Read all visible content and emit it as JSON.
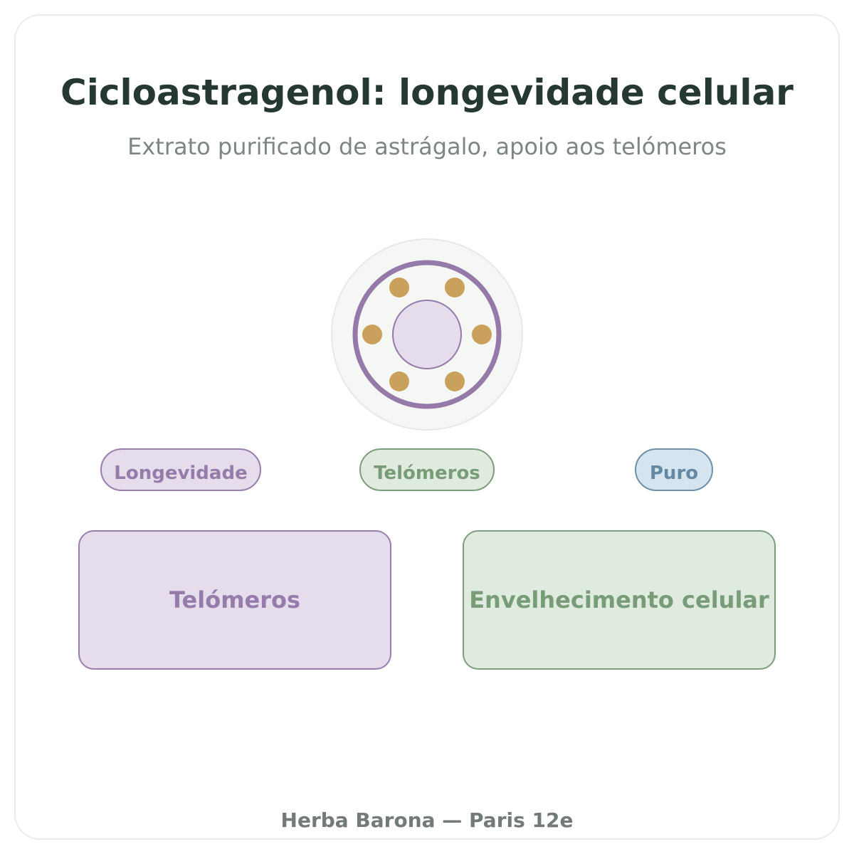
{
  "header": {
    "title": "Cicloastragenol: longevidade celular",
    "subtitle": "Extrato purificado de astrágalo, apoio aos telómeros"
  },
  "emblem": {
    "icon": "molecule-ring-icon",
    "colors": {
      "outer_fill": "#f5f7f4",
      "outer_stroke": "#e6e9e6",
      "ring": "#9479a9",
      "core_fill": "#e5dcec",
      "dots": "#c9a05c"
    }
  },
  "tags": [
    {
      "label": "Longevidade",
      "color": "#967cab"
    },
    {
      "label": "Telómeros",
      "color": "#789b78"
    },
    {
      "label": "Puro",
      "color": "#6489a3"
    }
  ],
  "cards": [
    {
      "label": "Telómeros",
      "color": "#967cab"
    },
    {
      "label": "Envelhecimento celular",
      "color": "#789b78"
    }
  ],
  "footer": {
    "text": "Herba Barona — Paris 12e"
  }
}
